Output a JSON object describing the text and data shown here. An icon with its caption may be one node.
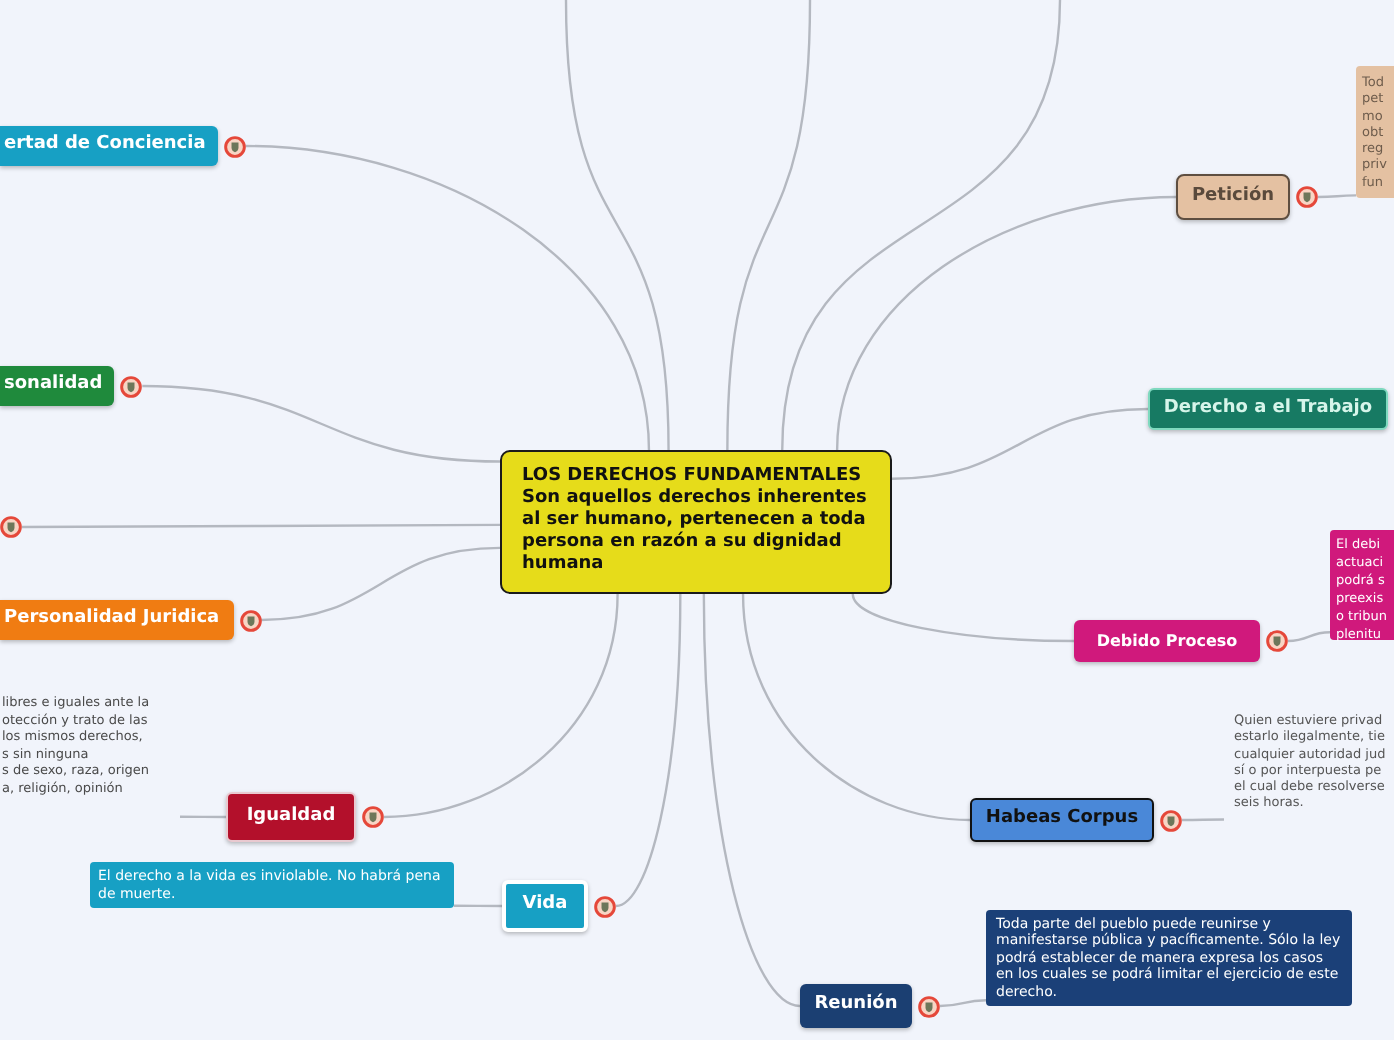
{
  "diagram": {
    "nodes": [
      {
        "text": [
          "LOS DERECHOS FUNDAMENTALES",
          "Son aquellos derechos inherentes al ser humano, pertenecen a toda persona en razón a su dignidad humana"
        ]
      },
      {
        "text": [
          "ertad de Conciencia"
        ]
      },
      {
        "text": [
          "sonalidad"
        ]
      },
      {
        "text": [],
        "shape": "circle"
      },
      {
        "text": [
          "Personalidad Juridica"
        ]
      },
      {
        "text": [
          "libres e iguales ante la",
          "otección y trato de las",
          "los mismos derechos,",
          "s sin ninguna",
          "s de sexo, raza, origen",
          "a, religión, opinión"
        ]
      },
      {
        "text": [
          "Igualdad"
        ]
      },
      {
        "text": [
          "El derecho a la vida es inviolable. No habrá pena de muerte."
        ]
      },
      {
        "text": [
          "Vida"
        ]
      },
      {
        "text": [
          "Petición"
        ]
      },
      {
        "text": [
          "Tod",
          "pet",
          "mo",
          "obt",
          "reg",
          "priv",
          "fun"
        ]
      },
      {
        "text": [
          "Derecho a el Trabajo"
        ]
      },
      {
        "text": [
          "Debido Proceso"
        ]
      },
      {
        "text": [
          "El debi",
          "actuaci",
          "podrá s",
          "preexis",
          "o tribun",
          "plenitu"
        ]
      },
      {
        "text": [
          "Habeas Corpus"
        ]
      },
      {
        "text": [
          "Quien estuviere privad",
          "estarlo ilegalmente, tie",
          "cualquier autoridad jud",
          "sí o por interpuesta pe",
          "el cual debe resolverse",
          "seis horas."
        ]
      },
      {
        "text": [
          "Reunión"
        ]
      },
      {
        "text": [
          "Toda parte del pueblo puede reunirse y manifestarse pública y pacíficamente. Sólo la ley podrá establecer de manera expresa los casos en los cuales se podrá limitar el ejercicio de este derecho."
        ]
      }
    ],
    "edges": [
      {
        "from": 0,
        "to": null,
        "arrow": "none"
      },
      {
        "from": 0,
        "to": null,
        "arrow": "none"
      },
      {
        "from": 0,
        "to": null,
        "arrow": "none"
      },
      {
        "from": 0,
        "to": 1,
        "arrow": "none"
      },
      {
        "from": 0,
        "to": 2,
        "arrow": "none"
      },
      {
        "from": 0,
        "to": 3,
        "arrow": "none"
      },
      {
        "from": 0,
        "to": 4,
        "arrow": "none"
      },
      {
        "from": 0,
        "to": 6,
        "arrow": "none"
      },
      {
        "from": 6,
        "to": 5,
        "arrow": "none"
      },
      {
        "from": 0,
        "to": 8,
        "arrow": "none"
      },
      {
        "from": 8,
        "to": 7,
        "arrow": "none"
      },
      {
        "from": 0,
        "to": 9,
        "arrow": "none"
      },
      {
        "from": 9,
        "to": 10,
        "arrow": "none"
      },
      {
        "from": 0,
        "to": 11,
        "arrow": "none"
      },
      {
        "from": 0,
        "to": 12,
        "arrow": "none"
      },
      {
        "from": 12,
        "to": 13,
        "arrow": "none"
      },
      {
        "from": 0,
        "to": 14,
        "arrow": "none"
      },
      {
        "from": 14,
        "to": 15,
        "arrow": "none"
      },
      {
        "from": 0,
        "to": 16,
        "arrow": "none"
      },
      {
        "from": 16,
        "to": 17,
        "arrow": "none"
      }
    ]
  }
}
